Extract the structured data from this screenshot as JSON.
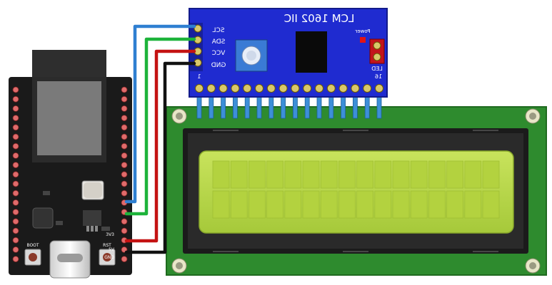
{
  "module": {
    "name": "LCM 1602 IIC",
    "power_label": "Power",
    "led_label": "LED",
    "pin_first": "1",
    "pin_last": "16",
    "pins": [
      "SCL",
      "SDA",
      "VCC",
      "GND"
    ]
  },
  "board": {
    "boot_label": "BOOT",
    "rst_label": "RST",
    "pin_3v3": "3V3",
    "pin_gnd": "GND",
    "pin_5v": "5V"
  },
  "colors": {
    "scl_wire": "#2f7fd1",
    "sda_wire": "#1db33a",
    "vcc_wire": "#c41212",
    "gnd_wire": "#111111",
    "lcd_pcb": "#2e8b2e",
    "lcd_screen": "#b9d84a",
    "module_pcb": "#1f2bd0",
    "board_pcb": "#1a1a1a"
  }
}
